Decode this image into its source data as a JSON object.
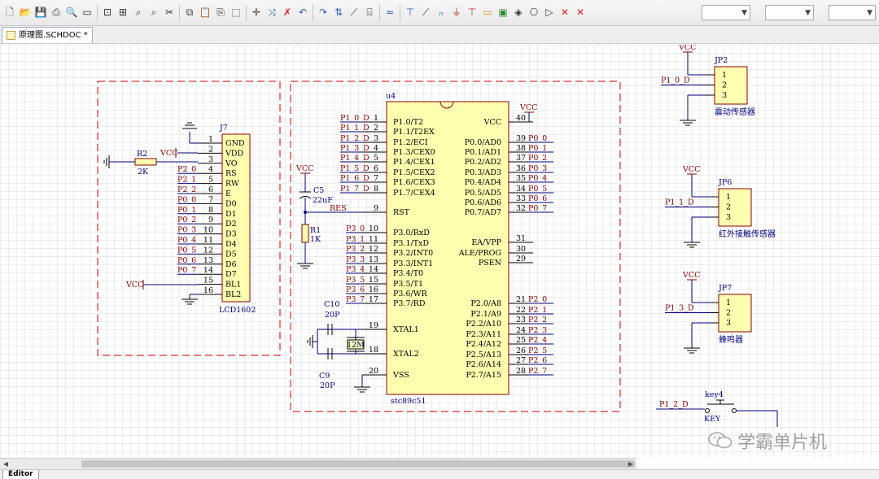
{
  "toolbar": {
    "icons": [
      "new-icon",
      "open-icon",
      "save-icon",
      "print-icon",
      "print-preview-icon",
      "document-icon",
      "zoom-fit-icon",
      "zoom-area-icon",
      "zoom-component-icon",
      "zoom-menu-icon",
      "cut-icon",
      "copy-icon",
      "paste-icon",
      "rubber-stamp-icon",
      "select-icon",
      "move-icon",
      "deselect-icon",
      "clear-filter-icon",
      "undo-icon",
      "redo-icon",
      "hierarchy-icon",
      "cross-probe-icon",
      "browse-icon",
      "wire-icon",
      "bus-icon",
      "bus-entry-icon",
      "net-label-icon",
      "gnd-port-icon",
      "vcc-port-icon",
      "place-part-icon",
      "sheet-symbol-icon",
      "sheet-entry-icon",
      "device-sheet-icon",
      "port-icon",
      "no-erc-icon",
      "clear-icon"
    ],
    "combo1": "",
    "combo2": "",
    "combo3": ""
  },
  "document_tab": {
    "label": "原理图.SCHDOC *"
  },
  "editor_tab": {
    "label": "Editor"
  },
  "watermark": {
    "text": "学霸单片机"
  },
  "schematic": {
    "lcd": {
      "designator": "J7",
      "name": "LCD1602",
      "pins": [
        "GND",
        "VDD",
        "VO",
        "RS",
        "RW",
        "E",
        "D0",
        "D1",
        "D2",
        "D3",
        "D4",
        "D5",
        "D6",
        "D7",
        "BL1",
        "BL2"
      ],
      "pin_numbers": [
        "1",
        "2",
        "3",
        "4",
        "5",
        "6",
        "7",
        "8",
        "9",
        "10",
        "11",
        "12",
        "13",
        "14",
        "15",
        "16"
      ],
      "net_labels": [
        "",
        "",
        "",
        "P2_0",
        "P2_1",
        "P2_2",
        "P0_0",
        "P0_1",
        "P0_2",
        "P0_3",
        "P0_4",
        "P0_5",
        "P0_6",
        "P0_7",
        "",
        ""
      ],
      "vcc_label": "VCC",
      "vcc_bl_label": "VCC",
      "resistor_designator": "R2",
      "resistor_value": "2K"
    },
    "mcu": {
      "designator": "u4",
      "name": "stc89c51",
      "left_pins": [
        "P1.0/T2",
        "P1.1/T2EX",
        "P1.2/ECI",
        "P1.3/CEX0",
        "P1.4/CEX1",
        "P1.5/CEX2",
        "P1.6/CEX3",
        "P1.7/CEX4",
        "RST",
        "P3.0/RxD",
        "P3.1/TxD",
        "P3.2/INT0",
        "P3.3/INT1",
        "P3.4/T0",
        "P3.5/T1",
        "P3.6/WR",
        "P3.7/RD",
        "XTAL1",
        "XTAL2",
        "VSS"
      ],
      "left_numbers": [
        "1",
        "2",
        "3",
        "4",
        "5",
        "6",
        "7",
        "8",
        "9",
        "10",
        "11",
        "12",
        "13",
        "14",
        "15",
        "16",
        "17",
        "19",
        "18",
        "20"
      ],
      "left_nets": [
        "P1_0_D",
        "P1_1_D",
        "P1_2_D",
        "P1_3_D",
        "P1_4_D",
        "P1_5_D",
        "P1_6_D",
        "P1_7_D",
        "RES",
        "P3_0",
        "P3_1",
        "P3_2",
        "P3_3",
        "P3_4",
        "P3_5",
        "P3_6",
        "P3_7",
        "",
        "",
        ""
      ],
      "right_pins": [
        "VCC",
        "P0.0/AD0",
        "P0.1/AD1",
        "P0.2/AD2",
        "P0.3/AD3",
        "P0.4/AD4",
        "P0.5/AD5",
        "P0.6/AD6",
        "P0.7/AD7",
        "EA/VPP",
        "ALE/PROG",
        "PSEN",
        "P2.0/A8",
        "P2.1/A9",
        "P2.2/A10",
        "P2.3/A11",
        "P2.4/A12",
        "P2.5/A13",
        "P2.6/A14",
        "P2.7/A15"
      ],
      "right_numbers": [
        "40",
        "39",
        "38",
        "37",
        "36",
        "35",
        "34",
        "33",
        "32",
        "31",
        "30",
        "29",
        "21",
        "22",
        "23",
        "24",
        "25",
        "26",
        "27",
        "28"
      ],
      "right_nets": [
        "",
        "P0_0",
        "P0_1",
        "P0_2",
        "P0_3",
        "P0_4",
        "P0_5",
        "P0_6",
        "P0_7",
        "",
        "",
        "",
        "P2_0",
        "P2_1",
        "P2_2",
        "P2_3",
        "P2_4",
        "P2_5",
        "P2_6",
        "P2_7"
      ],
      "vcc_label": "VCC"
    },
    "reset": {
      "vcc_label": "VCC",
      "cap_designator": "C5",
      "cap_value": "22uF",
      "res_designator": "R1",
      "res_value": "1K"
    },
    "crystal": {
      "c10_designator": "C10",
      "c10_value": "20P",
      "c9_designator": "C9",
      "c9_value": "20P",
      "xtal_value": "12M"
    },
    "jp2": {
      "designator": "JP2",
      "vcc": "VCC",
      "net": "P1_0_D",
      "pins": [
        "1",
        "2",
        "3"
      ],
      "label": "震动传感器"
    },
    "jp6": {
      "designator": "JP6",
      "vcc": "VCC",
      "net": "P1_1_D",
      "pins": [
        "1",
        "2",
        "3"
      ],
      "label": "红外接触传感器"
    },
    "jp7": {
      "designator": "JP7",
      "vcc": "VCC",
      "net": "P1_3_D",
      "pins": [
        "1",
        "2",
        "3"
      ],
      "label": "蜂鸣器"
    },
    "key": {
      "designator": "key4",
      "net": "P1_2_D",
      "label": "KEY"
    }
  }
}
